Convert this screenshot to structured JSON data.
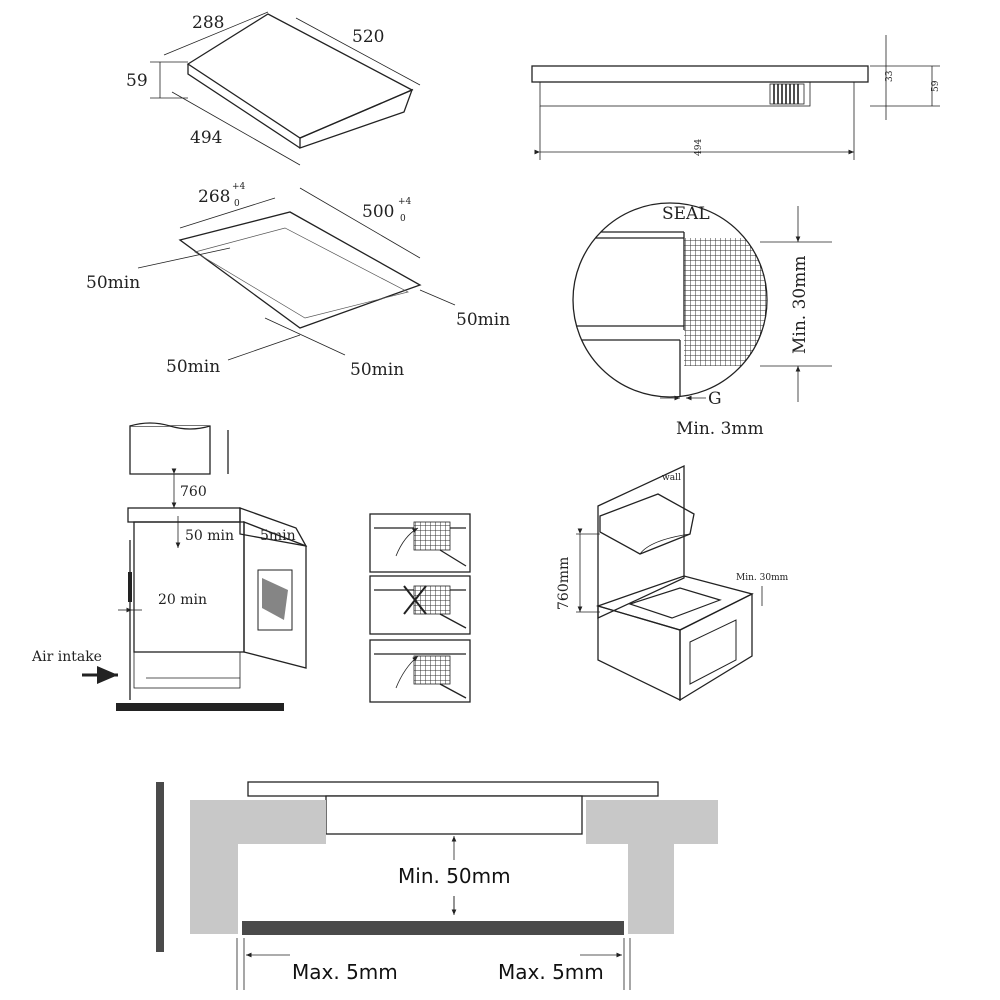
{
  "hob_dims": {
    "depth": "288",
    "width": "520",
    "height": "59",
    "front": "494"
  },
  "cutout": {
    "depth": "268",
    "depth_tol_upper": "+4",
    "depth_tol_lower": "0",
    "width": "500",
    "width_tol_upper": "+4",
    "width_tol_lower": "0",
    "min_left": "50min",
    "min_right": "50min",
    "min_front_left": "50min",
    "min_front_right": "50min"
  },
  "side_view": {
    "thickness_top": "33",
    "height": "59",
    "width": "494"
  },
  "seal_detail": {
    "seal": "SEAL",
    "min_depth": "Min. 30mm",
    "gap": "G",
    "gap_min": "Min. 3mm"
  },
  "install": {
    "clearance_top": "760",
    "min_50": "50 min",
    "min_5": "5min",
    "min_20": "20 min",
    "air": "Air intake"
  },
  "kitchen": {
    "wall": "wall",
    "height": "760mm",
    "min_30": "Min. 30mm"
  },
  "cabinet": {
    "min_gap": "Min. 50mm",
    "max_left": "Max. 5mm",
    "max_right": "Max. 5mm"
  },
  "colors": {
    "line": "#222222",
    "grey": "#c8c8c8",
    "dark": "#4a4a4a"
  }
}
